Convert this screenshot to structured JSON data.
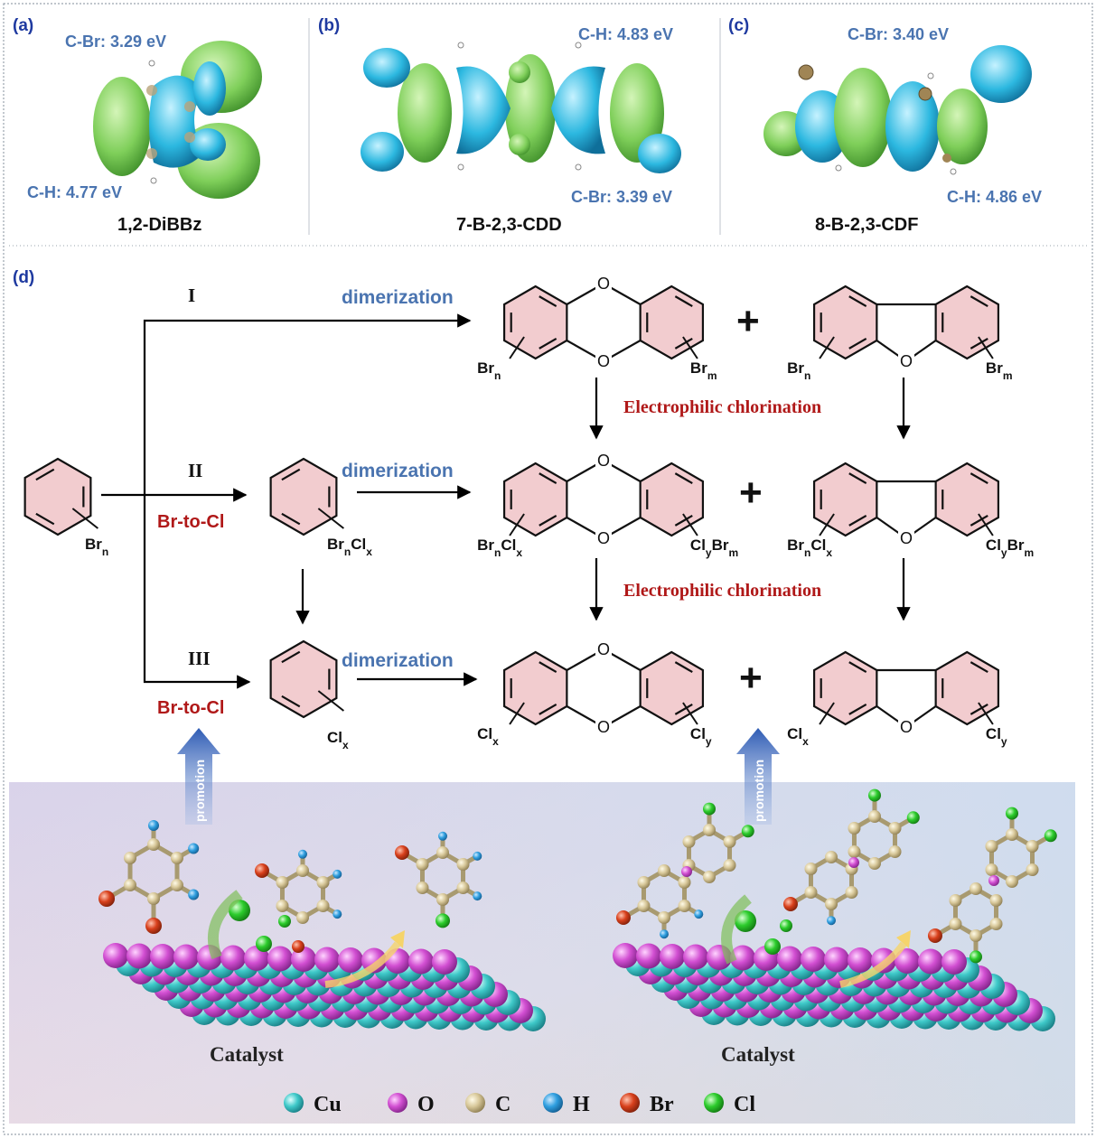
{
  "panels": {
    "a": {
      "tag": "(a)",
      "cbr": "C-Br: 3.29 eV",
      "ch": "C-H: 4.77 eV",
      "name": "1,2-DiBBz"
    },
    "b": {
      "tag": "(b)",
      "ch": "C-H: 4.83 eV",
      "cbr": "C-Br: 3.39 eV",
      "name": "7-B-2,3-CDD"
    },
    "c": {
      "tag": "(c)",
      "cbr": "C-Br: 3.40 eV",
      "ch": "C-H: 4.86 eV",
      "name": "8-B-2,3-CDF"
    }
  },
  "scheme": {
    "tag": "(d)",
    "route_I": "I",
    "route_II": "II",
    "route_III": "III",
    "dimerization": "dimerization",
    "br_to_cl": "Br-to-Cl",
    "electrophilic": "Electrophilic chlorination",
    "plus": "+",
    "oxygen": "O",
    "promotion": "promotion",
    "subst": {
      "br": "Br",
      "cl": "Cl",
      "n": "n",
      "m": "m",
      "x": "x",
      "y": "y"
    }
  },
  "catalyst": {
    "label_left": "Catalyst",
    "label_right": "Catalyst"
  },
  "legend": [
    {
      "symbol": "Cu",
      "color": "#3fc9c9"
    },
    {
      "symbol": "O",
      "color": "#d24fd2"
    },
    {
      "symbol": "C",
      "color": "#d8c89a"
    },
    {
      "symbol": "H",
      "color": "#2f9fe0"
    },
    {
      "symbol": "Br",
      "color": "#d8401c"
    },
    {
      "symbol": "Cl",
      "color": "#2ccc2c"
    }
  ],
  "colors": {
    "panel_tag": "#1f3aa0",
    "energy_text": "#4a74b0",
    "red_text": "#b01818",
    "ring_fill": "#f2cccf",
    "orbital_green": "#7fcf5a",
    "orbital_blue": "#2cb8e0",
    "arrow_blue": "#3a64b4"
  }
}
